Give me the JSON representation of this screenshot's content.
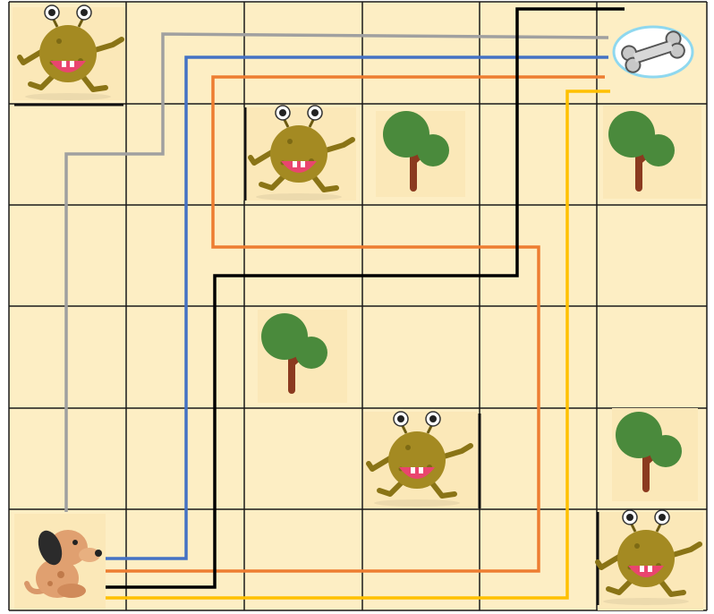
{
  "game": {
    "type": "grid-path-puzzle",
    "grid": {
      "columns": 6,
      "rows": 6
    },
    "background_color": "#fdeec4",
    "grid_line_color": "#1a1a1a",
    "start": {
      "item": "dog",
      "icon": "dog-icon",
      "cell": [
        0,
        5
      ]
    },
    "goal": {
      "item": "bone",
      "icon": "bone-icon",
      "cell": [
        5,
        0
      ],
      "highlight_color": "#8fd8ef"
    },
    "monsters": [
      {
        "icon": "monster-icon",
        "cell": [
          0,
          0
        ]
      },
      {
        "icon": "monster-icon",
        "cell": [
          2,
          1
        ]
      },
      {
        "icon": "monster-icon",
        "cell": [
          3,
          4
        ]
      },
      {
        "icon": "monster-icon",
        "cell": [
          5,
          5
        ]
      }
    ],
    "trees": [
      {
        "icon": "tree-icon",
        "cell": [
          3,
          1
        ]
      },
      {
        "icon": "tree-icon",
        "cell": [
          5,
          1
        ]
      },
      {
        "icon": "tree-icon",
        "cell": [
          2,
          3
        ]
      },
      {
        "icon": "tree-icon",
        "cell": [
          5,
          4
        ]
      }
    ],
    "paths": [
      {
        "color_name": "gray",
        "color": "#a0a0a0"
      },
      {
        "color_name": "blue",
        "color": "#4472c4"
      },
      {
        "color_name": "orange",
        "color": "#ed7d31"
      },
      {
        "color_name": "black",
        "color": "#000000"
      },
      {
        "color_name": "yellow",
        "color": "#ffc000"
      }
    ]
  }
}
